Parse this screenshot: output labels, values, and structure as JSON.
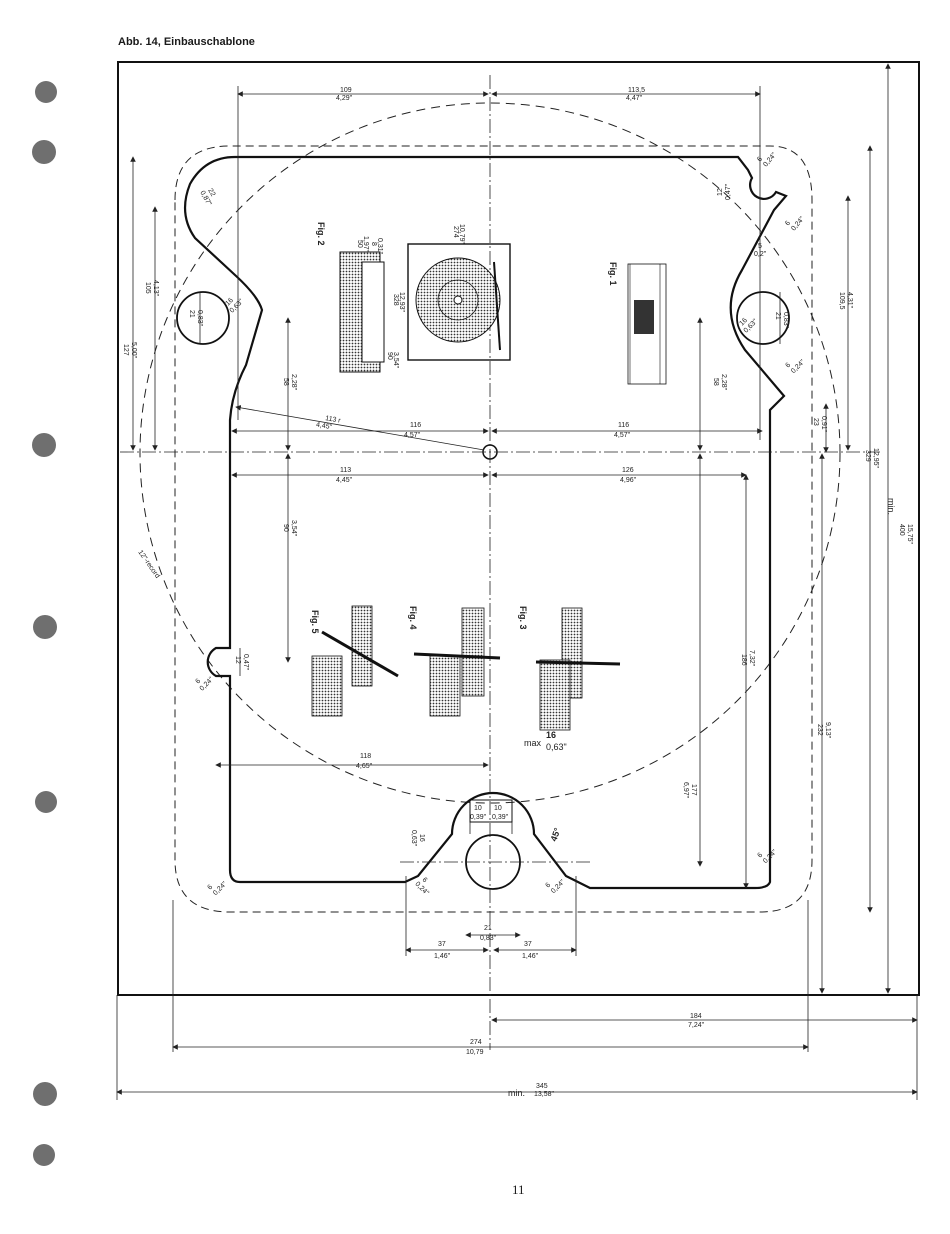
{
  "caption": "Abb. 14, Einbauschablone",
  "page_number": "11",
  "figures": {
    "fig1": "Fig. 1",
    "fig2": "Fig. 2",
    "fig3": "Fig. 3",
    "fig4": "Fig. 4",
    "fig5": "Fig. 5"
  },
  "record_label": "12\"-record",
  "dimensions": {
    "top_left": "109",
    "top_left_in": "4,29\"",
    "top_right": "113,5",
    "top_right_in": "4,47\"",
    "r22": "22",
    "r22_in": "0,87\"",
    "r6_tr": "6",
    "r6_tr_in": "0,24\"",
    "w12_tr": "12",
    "w12_tr_in": "0,47\"",
    "r6_tr2": "6",
    "r6_tr2_in": "0,24\"",
    "s5": "5",
    "s5_in": "0,2\"",
    "h105": "105",
    "h105_in": "4,13\"",
    "h127": "127",
    "h127_in": "5,00\"",
    "d21_l": "21",
    "d21_l_in": "0,83\"",
    "r16_l": "16",
    "r16_l_in": "0,63\"",
    "h109_5": "109,5",
    "h109_5_in": "4,31\"",
    "d21_r": "21",
    "d21_r_in": "0,83\"",
    "r16_r": "16",
    "r16_r_in": "0,63\"",
    "r6_r": "6",
    "r6_r_in": "0,24\"",
    "v58_l": "58",
    "v58_l_in": "2,28\"",
    "v58_r": "58",
    "v58_r_in": "2,28\"",
    "d113r": "113 r",
    "d113r_in": "4,45\"",
    "d116_l": "116",
    "d116_l_in": "4,57\"",
    "d116_r": "116",
    "d116_r_in": "4,57\"",
    "v23": "23",
    "v23_in": "0,91\"",
    "v329": "329",
    "v329_in": "12,95\"",
    "v400": "400",
    "v400_in": "15,75\"",
    "min_label": "min.",
    "d113": "113",
    "d113_in": "4,45\"",
    "d126": "126",
    "d126_in": "4,96\"",
    "v90": "90",
    "v90_in": "3,54\"",
    "v186": "186",
    "v186_in": "7,32\"",
    "v232": "232",
    "v232_in": "9,13\"",
    "w12_l": "12",
    "w12_l_in": "0,47\"",
    "r6_l": "6",
    "r6_l_in": "0,24\"",
    "d118": "118",
    "d118_in": "4,65\"",
    "max_label": "max",
    "max16": "16",
    "max16_in": "0,63\"",
    "v177": "177",
    "v177_in": "6,97\"",
    "w10_l": "10",
    "w10_l_in": "0,39\"",
    "w10_r": "10",
    "w10_r_in": "0,39\"",
    "v16_b": "16",
    "v16_b_in": "0,63\"",
    "angle45": "45°",
    "r6_br": "6",
    "r6_br_in": "0,24\"",
    "r6_bl": "6",
    "r6_bl_in": "0,24\"",
    "r6_bc_l": "6",
    "r6_bc_l_in": "0,24\"",
    "r6_bc_r": "6",
    "r6_bc_r_in": "0,24\"",
    "d21_b": "21",
    "d21_b_in": "0,83\"",
    "d37_l": "37",
    "d37_l_in": "1,46\"",
    "d37_r": "37",
    "d37_r_in": "1,46\"",
    "d184": "184",
    "d184_in": "7,24\"",
    "d274": "274",
    "d274_in": "10,79",
    "d345": "345",
    "d345_in": "13,58\"",
    "d345_min": "min.",
    "fig2_a": "274",
    "fig2_a_in": "10,79\"",
    "fig2_b": "328",
    "fig2_b_in": "12,93\"",
    "fig2_c": "90",
    "fig2_c_in": "3,54\"",
    "fig2_d": "8",
    "fig2_d_in": "0,31\"",
    "fig2_e": "50",
    "fig2_e_in": "1,97\""
  }
}
